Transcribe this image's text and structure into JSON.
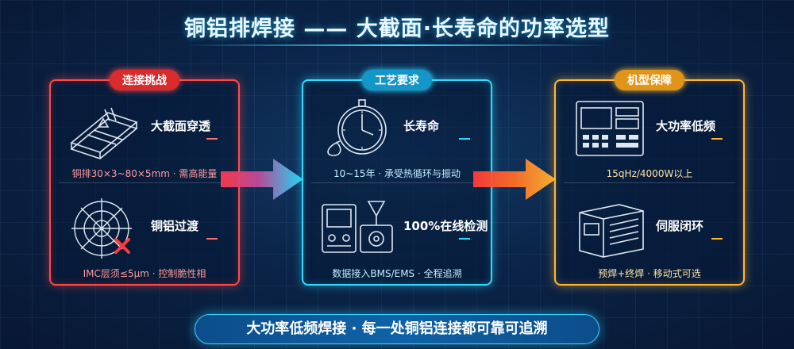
{
  "title": "铜铝排焊接 —— 大截面·长寿命的功率选型",
  "panels": [
    {
      "badge": "连接挑战",
      "items": [
        {
          "label": "大截面穿透",
          "caption": "铜排30×3~80×5mm · 需高能量",
          "icon": "busbar-icon"
        },
        {
          "label": "铜铝过渡",
          "caption": "IMC层须≤5μm · 控制脆性相",
          "icon": "crosshair-target-icon"
        }
      ]
    },
    {
      "badge": "工艺要求",
      "items": [
        {
          "label": "长寿命",
          "caption": "10~15年 · 承受热循环与振动",
          "icon": "stopwatch-icon"
        },
        {
          "label": "100%在线检测",
          "caption": "数据接入BMS/EMS · 全程追溯",
          "icon": "inspection-instrument-icon"
        }
      ]
    },
    {
      "badge": "机型保障",
      "items": [
        {
          "label": "大功率低频",
          "caption": "15qHz/4000W以上",
          "icon": "control-panel-icon"
        },
        {
          "label": "伺服闭环",
          "caption": "预焊+终焊 · 移动式可选",
          "icon": "servo-machine-icon"
        }
      ]
    }
  ],
  "footer": "大功率低频焊接 · 每一处铜铝连接都可靠可追溯",
  "colors": {
    "challenge": "#ff4a4a",
    "process": "#2fdcff",
    "guarantee": "#ffb733",
    "arrow_cyan": "#22e0ff",
    "arrow_orange": "#ff9a1a"
  }
}
